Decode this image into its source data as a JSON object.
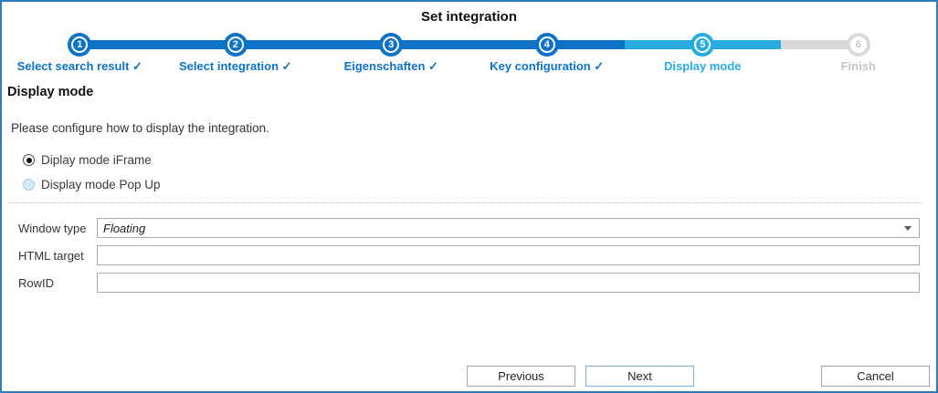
{
  "colors": {
    "primary": "#0e72c6",
    "current": "#29abe2",
    "inactive": "#d9d9d9",
    "inactive-text": "#c6c6c6",
    "dialog-border": "#2e7cc6",
    "next-border": "#7ab0dc"
  },
  "header": {
    "title": "Set integration"
  },
  "stepper": {
    "steps": [
      {
        "number": "1",
        "label": "Select search result ✓",
        "state": "done"
      },
      {
        "number": "2",
        "label": "Select integration ✓",
        "state": "done"
      },
      {
        "number": "3",
        "label": "Eigenschaften ✓",
        "state": "done"
      },
      {
        "number": "4",
        "label": "Key configuration ✓",
        "state": "done"
      },
      {
        "number": "5",
        "label": "Display mode",
        "state": "current"
      },
      {
        "number": "6",
        "label": "Finish",
        "state": "future"
      }
    ]
  },
  "content": {
    "heading": "Display mode",
    "intro": "Please configure how to display the integration.",
    "radios": [
      {
        "label": "Diplay mode iFrame",
        "selected": true
      },
      {
        "label": "Display mode Pop Up",
        "selected": false
      }
    ],
    "form": {
      "window_type": {
        "label": "Window type",
        "value": "Floating"
      },
      "html_target": {
        "label": "HTML target",
        "value": ""
      },
      "row_id": {
        "label": "RowID",
        "value": ""
      }
    }
  },
  "footer": {
    "previous_label": "Previous",
    "next_label": "Next",
    "cancel_label": "Cancel"
  }
}
